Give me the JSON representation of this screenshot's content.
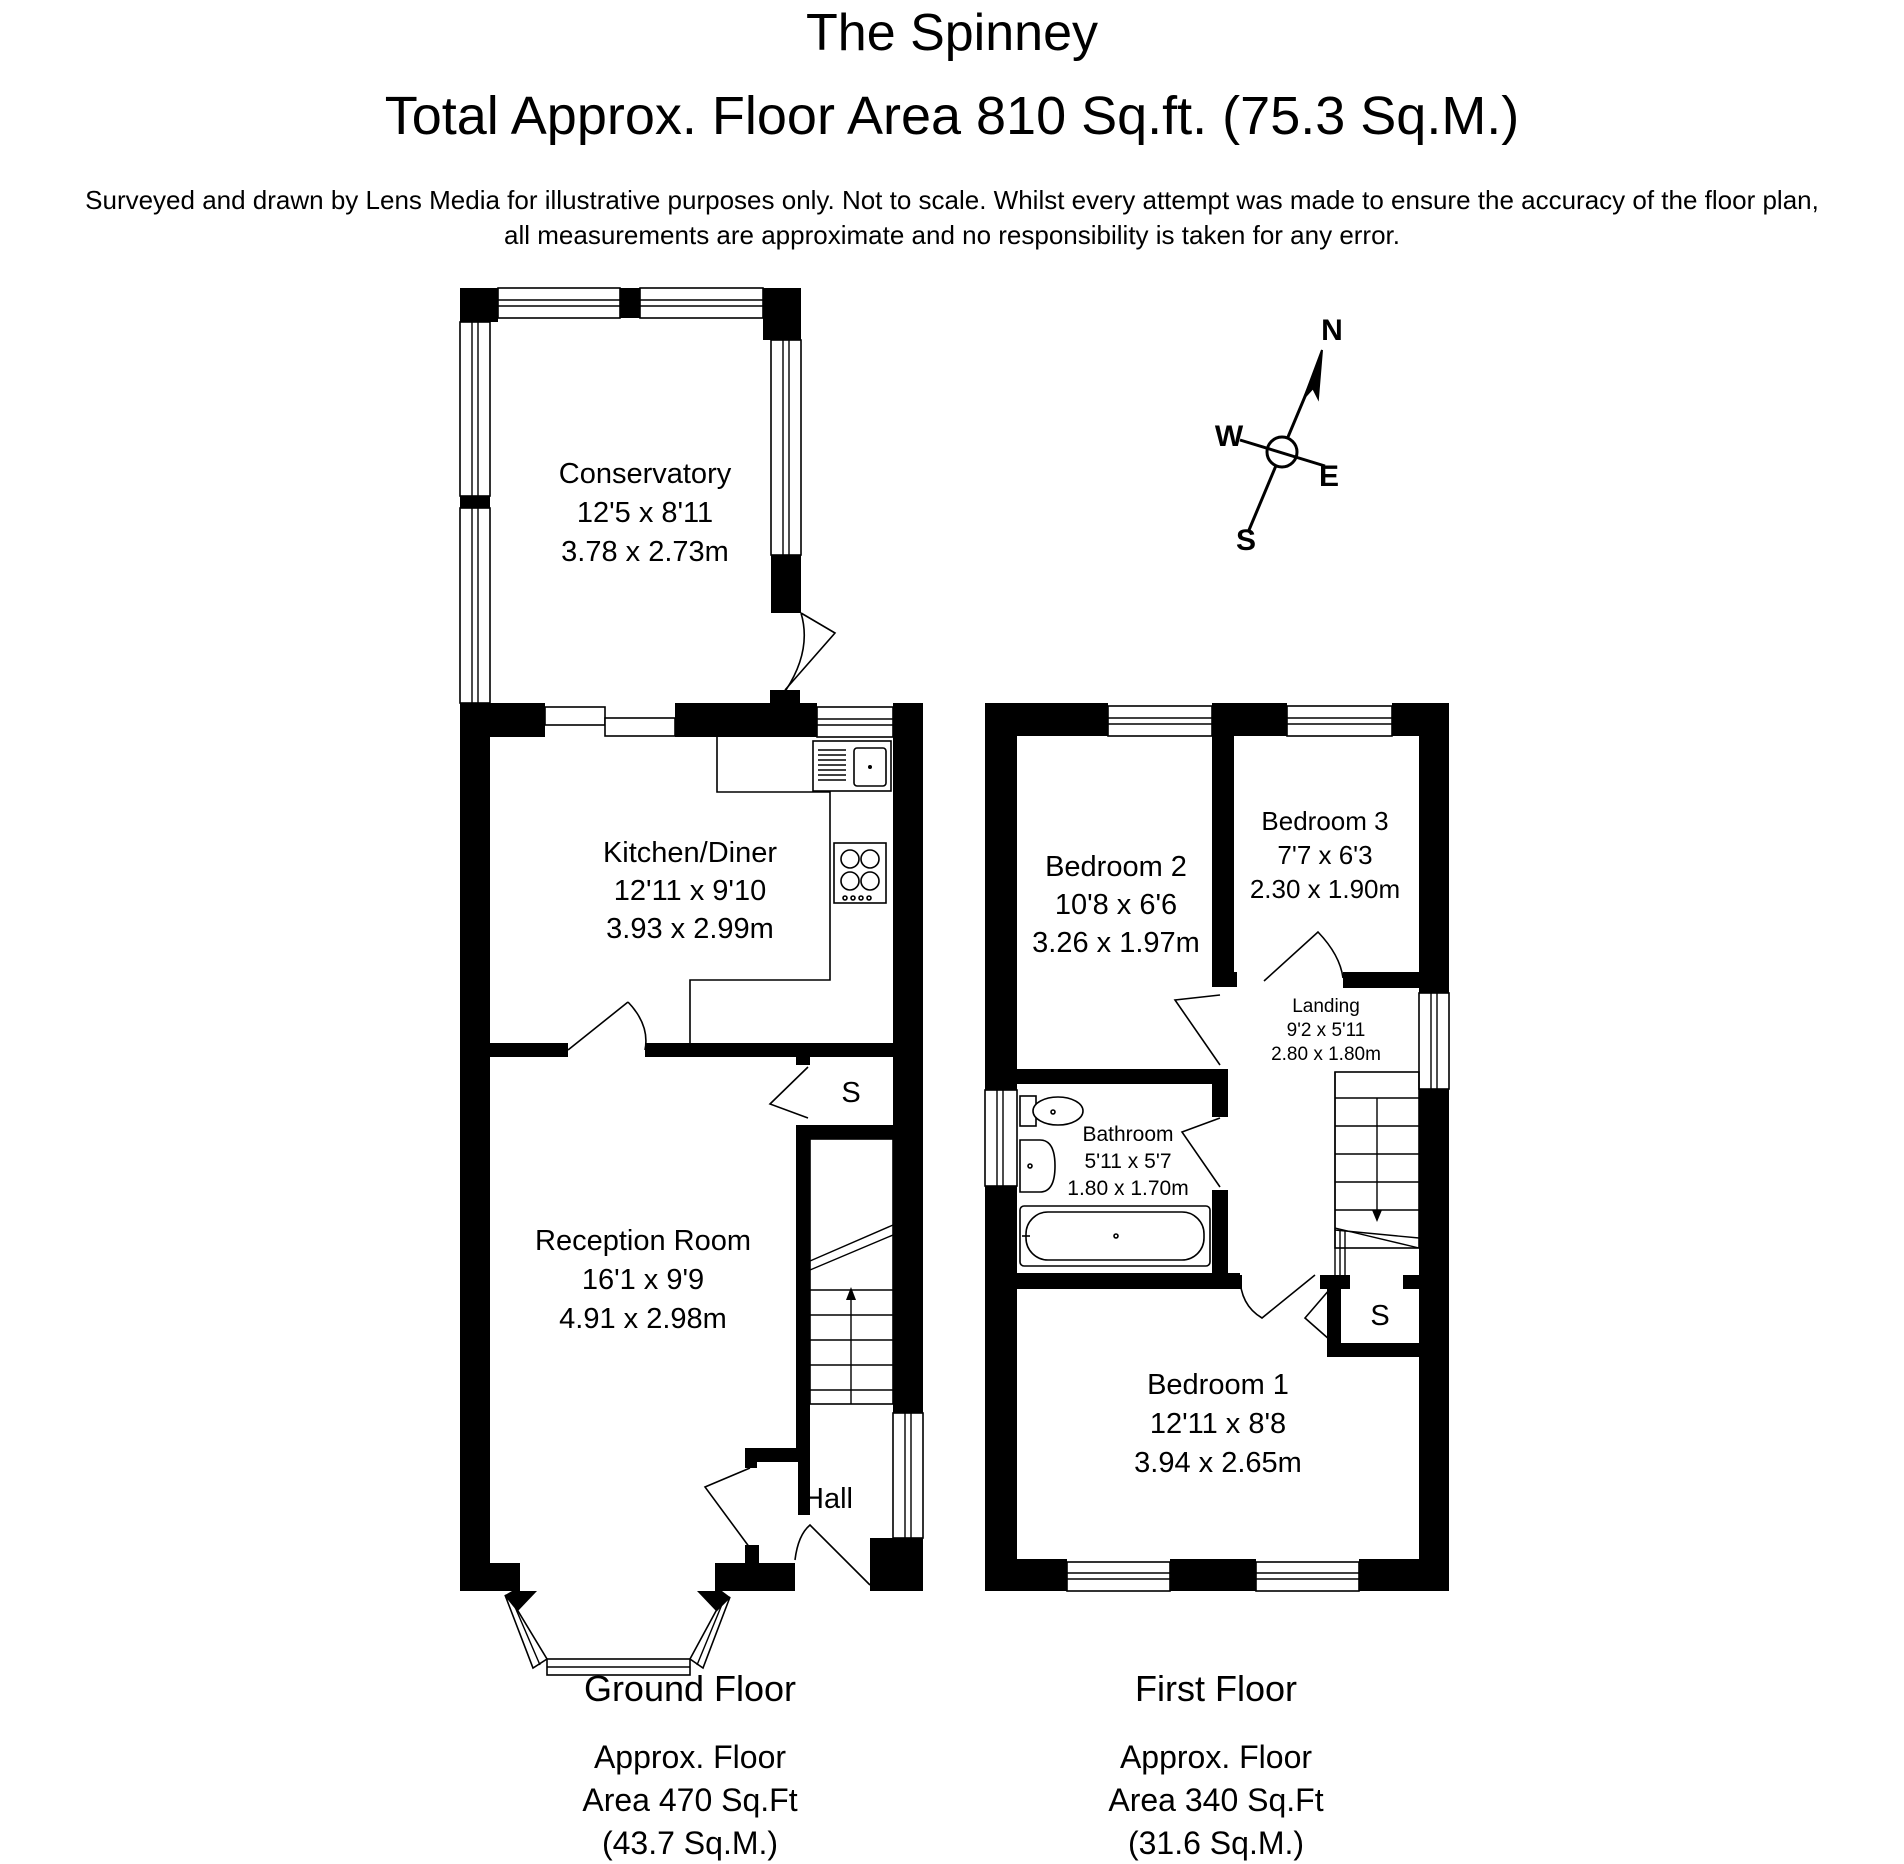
{
  "title": "The Spinney",
  "total_area": "Total Approx. Floor Area 810 Sq.ft. (75.3 Sq.M.)",
  "disclaimer": [
    "Surveyed and drawn by Lens Media for illustrative purposes only. Not to scale. Whilst every attempt was made to ensure the accuracy of the floor plan,",
    "all measurements are approximate and no responsibility is taken for any error."
  ],
  "compass": {
    "n": "N",
    "w": "W",
    "e": "E",
    "s": "S"
  },
  "ground_floor": {
    "name": "Ground Floor",
    "area": [
      "Approx. Floor",
      "Area 470 Sq.Ft",
      "(43.7 Sq.M.)"
    ],
    "rooms": {
      "conservatory": {
        "name": "Conservatory",
        "imperial": "12'5 x 8'11",
        "metric": "3.78 x 2.73m"
      },
      "kitchen": {
        "name": "Kitchen/Diner",
        "imperial": "12'11 x 9'10",
        "metric": "3.93 x 2.99m"
      },
      "reception": {
        "name": "Reception Room",
        "imperial": "16'1 x 9'9",
        "metric": "4.91 x 2.98m"
      },
      "hall": {
        "name": "Hall"
      },
      "store": {
        "name": "S"
      }
    }
  },
  "first_floor": {
    "name": "First Floor",
    "area": [
      "Approx. Floor",
      "Area 340 Sq.Ft",
      "(31.6 Sq.M.)"
    ],
    "rooms": {
      "bedroom2": {
        "name": "Bedroom 2",
        "imperial": "10'8 x 6'6",
        "metric": "3.26 x 1.97m"
      },
      "bedroom3": {
        "name": "Bedroom 3",
        "imperial": "7'7 x 6'3",
        "metric": "2.30 x 1.90m"
      },
      "landing": {
        "name": "Landing",
        "imperial": "9'2 x 5'11",
        "metric": "2.80 x 1.80m"
      },
      "bathroom": {
        "name": "Bathroom",
        "imperial": "5'11 x 5'7",
        "metric": "1.80 x 1.70m"
      },
      "bedroom1": {
        "name": "Bedroom 1",
        "imperial": "12'11 x 8'8",
        "metric": "3.94 x 2.65m"
      },
      "store": {
        "name": "S"
      }
    }
  }
}
